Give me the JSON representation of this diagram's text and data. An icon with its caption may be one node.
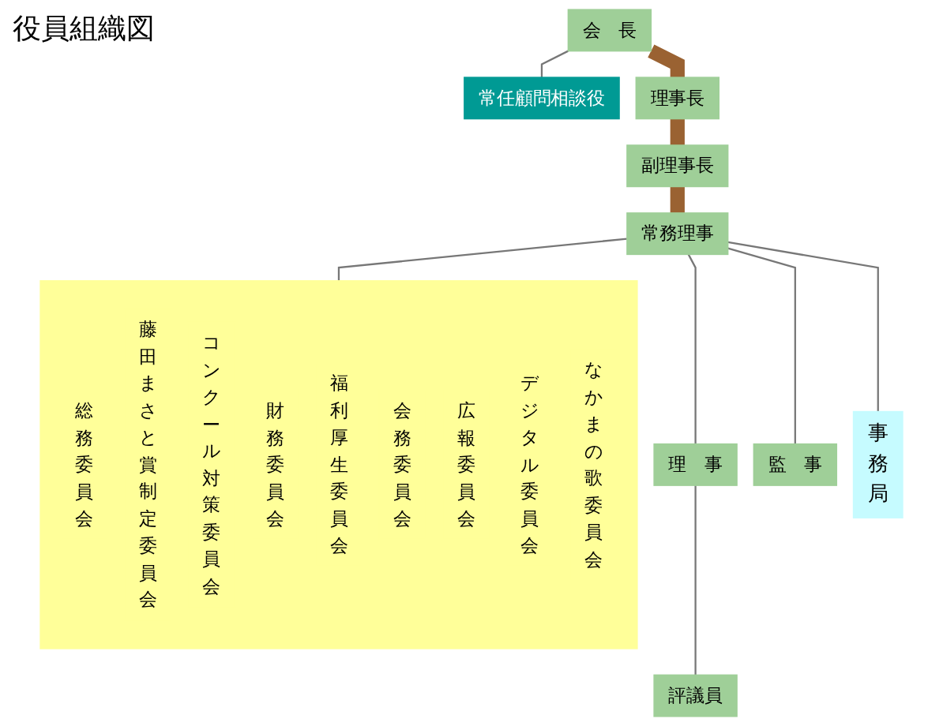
{
  "diagram": {
    "title": "役員組織図",
    "nodes": [
      {
        "text": [
          "会　長"
        ]
      },
      {
        "text": [
          "常任顧問相談役"
        ]
      },
      {
        "text": [
          "理事長"
        ]
      },
      {
        "text": [
          "副理事長"
        ]
      },
      {
        "text": [
          "常務理事"
        ]
      },
      {
        "text": [
          "理　事"
        ]
      },
      {
        "text": [
          "監　事"
        ]
      },
      {
        "text": [
          "評議員"
        ]
      },
      {
        "text": [],
        "shape": "box"
      },
      {
        "text": [
          "総務委員会"
        ],
        "in": 8
      },
      {
        "text": [
          "藤田まさと賞制定委員会"
        ],
        "in": 8
      },
      {
        "text": [
          "コンクール対策委員会"
        ],
        "in": 8
      },
      {
        "text": [
          "財務委員会"
        ],
        "in": 8
      },
      {
        "text": [
          "福利厚生委員会"
        ],
        "in": 8
      },
      {
        "text": [
          "会務委員会"
        ],
        "in": 8
      },
      {
        "text": [
          "広報委員会"
        ],
        "in": 8
      },
      {
        "text": [
          "デジタル委員会"
        ],
        "in": 8
      },
      {
        "text": [
          "なかまの歌委員会"
        ],
        "in": 8
      },
      {
        "text": [
          "事務局"
        ]
      }
    ],
    "edges": [
      {
        "from": 0,
        "to": 1,
        "arrow": "none"
      },
      {
        "from": 0,
        "to": 2,
        "arrow": "none",
        "style": "thick",
        "color": "#9a6232"
      },
      {
        "from": 2,
        "to": 3,
        "arrow": "none",
        "style": "thick",
        "color": "#9a6232"
      },
      {
        "from": 3,
        "to": 4,
        "arrow": "none",
        "style": "thick",
        "color": "#9a6232"
      },
      {
        "from": 4,
        "to": 5,
        "arrow": "none"
      },
      {
        "from": 4,
        "to": 6,
        "arrow": "none"
      },
      {
        "from": 5,
        "to": 7,
        "arrow": "none"
      },
      {
        "from": 4,
        "to": 8,
        "arrow": "none"
      },
      {
        "from": 4,
        "to": 18,
        "arrow": "none"
      }
    ]
  }
}
